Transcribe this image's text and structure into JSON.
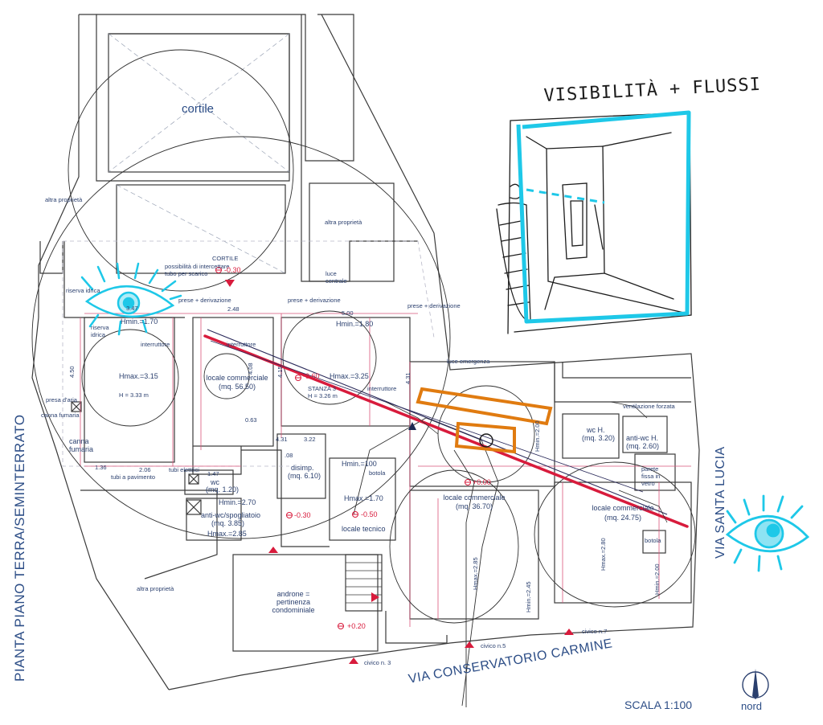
{
  "colors": {
    "ink": "#2a3f6e",
    "wall": "#3a3a3a",
    "red": "#d81b3c",
    "orange": "#e07b10",
    "cyan": "#1ec8e8",
    "pink": "#d9557a"
  },
  "title": {
    "side": "PIANTA PIANO TERRA/SEMINTERRATO",
    "scale": "SCALA 1:100",
    "north": "nord"
  },
  "streets": {
    "conservatorio": "VIA CONSERVATORIO CARMINE",
    "santa_lucia": "VIA SANTA LUCIA"
  },
  "sketch": {
    "title": "VISIBILITÀ + FLUSSI"
  },
  "labels": {
    "cortile_big": "cortile",
    "cortile_small": "CORTILE",
    "altra_1": "altra proprietà",
    "altra_2": "altra proprietà",
    "altra_3": "altra proprietà",
    "possibilita_1": "possibilità di intercettare",
    "possibilita_2": "tubo per scarico",
    "level_cortile": "-0.30",
    "luce_centrale_1": "luce",
    "luce_centrale_2": "centrale",
    "riserva_idrica_1": "riserva idrica",
    "riserva_idrica_2": "riserva",
    "riserva_idrica_3": "idrica",
    "prese_1": "prese + derivazione",
    "prese_2": "prese + derivazione",
    "prese_3": "prese + derivazione",
    "interruttore_1": "interruttore",
    "interruttore_2": "interruttore",
    "interruttore_3": "interruttore",
    "hmin_1": "Hmin.=1.70",
    "hmin_2": "Hmin.=1.80",
    "hmax_1": "Hmax.=3.15",
    "h_1": "H = 3.33 m",
    "locale_1_a": "locale commerciale",
    "locale_1_b": "(mq. 56.50)",
    "level_2": "-0.60",
    "hmax_2": "Hmax.=3.25",
    "stanza_1": "STANZA 3",
    "stanza_2": "H = 3.26 m",
    "luce_emergenza": "luce emergenza",
    "presa_aria": "presa d'aria",
    "canna_fumaria_1": "canna fumaria",
    "canna_fumaria_2": "canna",
    "canna_fumaria_3": "fumaria",
    "tubi_elettrici": "tubi elettrici",
    "tubi_pavimento": "tubi a pavimento",
    "wc_1": "wc",
    "wc_2": "(mq. 1.20)",
    "hmin_3": "Hmin.=2.70",
    "antiwc_1": "anti-wc/spogliatoio",
    "antiwc_2": "(mq. 3.85)",
    "hmax_3": "Hmax.=2.85",
    "disimp_1": "disimp.",
    "disimp_2": "(mq. 6.10)",
    "level_3": "-0.30",
    "hmin_4": "Hmin.=100",
    "botola_1": "botola",
    "hmax_4": "Hmax.=1.70",
    "level_4": "-0.50",
    "locale_tecnico": "locale tecnico",
    "level_5": "+0.00",
    "locale_2_a": "locale commerciale",
    "locale_2_b": "(mq. 36.70)",
    "hmax_5": "Hmax.=2.85",
    "hmin_5": "Hmin.=2.45",
    "hmin_6": "Hmin.=2.00",
    "ventilazione": "ventilazione forzata",
    "wc_h_1": "wc H.",
    "wc_h_2": "(mq. 3.20)",
    "antiwc_h_1": "anti-wc H.",
    "antiwc_h_2": "(mq. 2.60)",
    "parete_1": "parete",
    "parete_2": "fissa in",
    "parete_3": "vetro",
    "locale_3_a": "locale commerciale",
    "locale_3_b": "(mq. 24.75)",
    "hmax_6": "Hmax.=2.80",
    "hmin_7": "Hmin.=2.00",
    "botola_2": "botola",
    "androne_1": "androne =",
    "androne_2": "pertinenza",
    "androne_3": "condominiale",
    "level_6": "+0.20",
    "civico_3": "civico n. 3",
    "civico_5": "civico n.5",
    "civico_7": "civico n.7",
    "dims": {
      "d1": "3.47",
      "d2": "2.48",
      "d3": "5.00",
      "d4": "4.50",
      "d5": "1.36",
      "d6": "2.06",
      "d7": "4.31",
      "d8": "3.22",
      "d9": "0.63",
      "d10": "4.15",
      "d11": "4.08",
      "d12": "4.31",
      "d13": ".08",
      "d14": "1.47"
    }
  }
}
